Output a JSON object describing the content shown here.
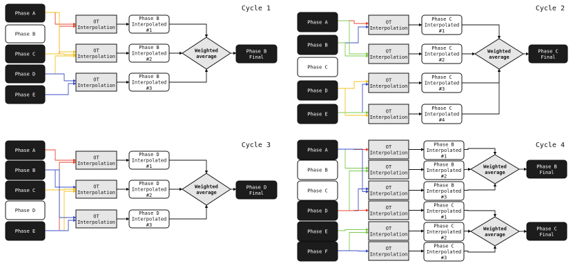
{
  "colors": {
    "dark_box": "#1c1c1c",
    "light_box": "#ffffff",
    "ot_box": "#e6e6e6",
    "diamond": "#e6e6e6",
    "black_line": "#111111",
    "red": "#e8432f",
    "yellow": "#f2c21b",
    "blue": "#3b4fc4",
    "green": "#7cc84a"
  },
  "cycles": [
    {
      "title": "Cycle 1",
      "phases": [
        {
          "label": "Phase A",
          "dark": true
        },
        {
          "label": "Phase B",
          "dark": false
        },
        {
          "label": "Phase C",
          "dark": true
        },
        {
          "label": "Phase D",
          "dark": true
        },
        {
          "label": "Phase E",
          "dark": true
        }
      ],
      "ot_label": [
        "OT",
        "Interpolation"
      ],
      "interpolated": [
        [
          "Phase B",
          "Interpolated",
          "#1"
        ],
        [
          "Phase B",
          "Interpolated",
          "#2"
        ],
        [
          "Phase B",
          "Interpolated",
          "#3"
        ]
      ],
      "average_label": [
        "Weighted",
        "average"
      ],
      "final": [
        "Phase B",
        "Final"
      ]
    },
    {
      "title": "Cycle 2",
      "phases": [
        {
          "label": "Phase A",
          "dark": true
        },
        {
          "label": "Phase B",
          "dark": true
        },
        {
          "label": "Phase C",
          "dark": false
        },
        {
          "label": "Phase D",
          "dark": true
        },
        {
          "label": "Phase E",
          "dark": true
        }
      ],
      "ot_label": [
        "OT",
        "Interpolation"
      ],
      "interpolated": [
        [
          "Phase C",
          "Interpolated",
          "#1"
        ],
        [
          "Phase C",
          "Interpolated",
          "#2"
        ],
        [
          "Phase C",
          "Interpolated",
          "#3"
        ],
        [
          "Phase C",
          "Interpolated",
          "#4"
        ]
      ],
      "average_label": [
        "Weighted",
        "average"
      ],
      "final": [
        "Phase C",
        "Final"
      ]
    },
    {
      "title": "Cycle 3",
      "phases": [
        {
          "label": "Phase A",
          "dark": true
        },
        {
          "label": "Phase B",
          "dark": true
        },
        {
          "label": "Phase C",
          "dark": true
        },
        {
          "label": "Phase D",
          "dark": false
        },
        {
          "label": "Phase E",
          "dark": true
        }
      ],
      "ot_label": [
        "OT",
        "Interpolation"
      ],
      "interpolated": [
        [
          "Phase D",
          "Interpolated",
          "#1"
        ],
        [
          "Phase D",
          "Interpolated",
          "#2"
        ],
        [
          "Phase D",
          "Interpolated",
          "#3"
        ]
      ],
      "average_label": [
        "Weighted",
        "average"
      ],
      "final": [
        "Phase D",
        "Final"
      ]
    },
    {
      "title": "Cycle 4",
      "phases": [
        {
          "label": "Phase A",
          "dark": true
        },
        {
          "label": "Phase B",
          "dark": false
        },
        {
          "label": "Phase C",
          "dark": false
        },
        {
          "label": "Phase D",
          "dark": true
        },
        {
          "label": "Phase E",
          "dark": true
        },
        {
          "label": "Phase F",
          "dark": true
        }
      ],
      "ot_label": [
        "OT",
        "Interpolation"
      ],
      "interpolated": [
        [
          "Phase B",
          "Interpolated",
          "#1"
        ],
        [
          "Phase B",
          "Interpolated",
          "#2"
        ],
        [
          "Phase B",
          "Interpolated",
          "#3"
        ],
        [
          "Phase C",
          "Interpolated",
          "#1"
        ],
        [
          "Phase C",
          "Interpolated",
          "#2"
        ],
        [
          "Phase C",
          "Interpolated",
          "#3"
        ]
      ],
      "average_label": [
        "Weighted",
        "average"
      ],
      "finals": [
        [
          "Phase B",
          "Final"
        ],
        [
          "Phase C",
          "Final"
        ]
      ]
    }
  ]
}
